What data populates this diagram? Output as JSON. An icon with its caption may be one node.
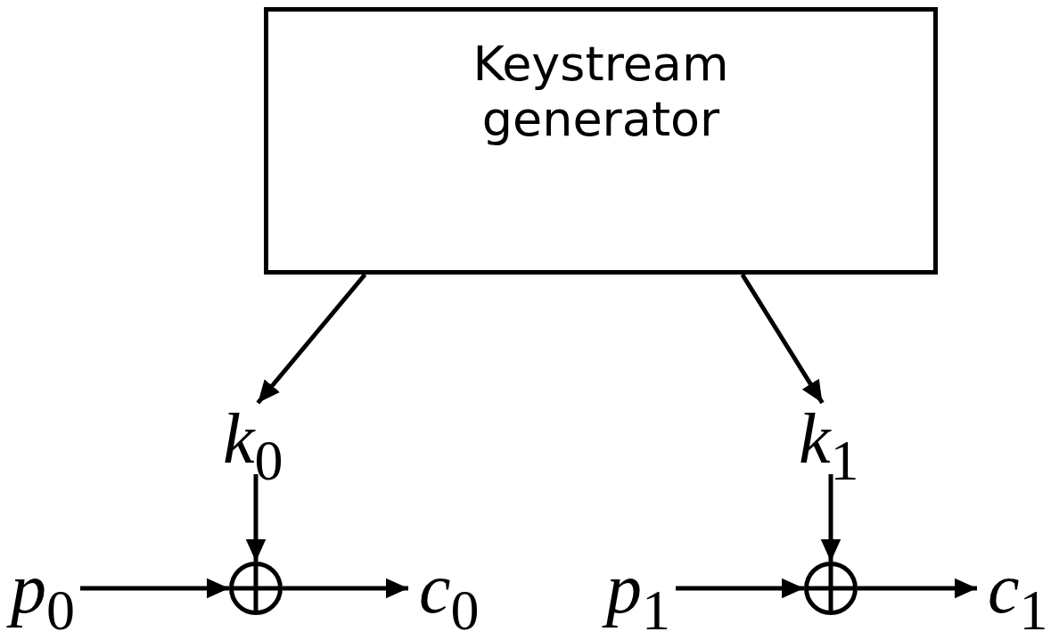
{
  "diagram": {
    "nodes": [
      {
        "text": [
          "Keystream generator"
        ]
      },
      {
        "text": [
          "*k*$_{0}$"
        ]
      },
      {
        "text": [
          "*k*$_{1}$"
        ]
      },
      {
        "text": [
          "*p*$_{0}$"
        ]
      },
      {
        "text": [],
        "shape": "circle"
      },
      {
        "text": [
          "*c*$_{0}$"
        ]
      },
      {
        "text": [
          "*p*$_{1}$"
        ]
      },
      {
        "text": [],
        "shape": "circle"
      },
      {
        "text": [
          "*c*$_{1}$"
        ]
      }
    ],
    "edges": [
      {
        "from": 0,
        "to": 1,
        "arrow": "to"
      },
      {
        "from": 0,
        "to": 2,
        "arrow": "to"
      },
      {
        "from": 1,
        "to": 4,
        "arrow": "to"
      },
      {
        "from": 3,
        "to": 4,
        "arrow": "to"
      },
      {
        "from": 4,
        "to": 5,
        "arrow": "to"
      },
      {
        "from": 2,
        "to": 7,
        "arrow": "to"
      },
      {
        "from": 6,
        "to": 7,
        "arrow": "to"
      },
      {
        "from": 7,
        "to": 8,
        "arrow": "to"
      }
    ]
  }
}
